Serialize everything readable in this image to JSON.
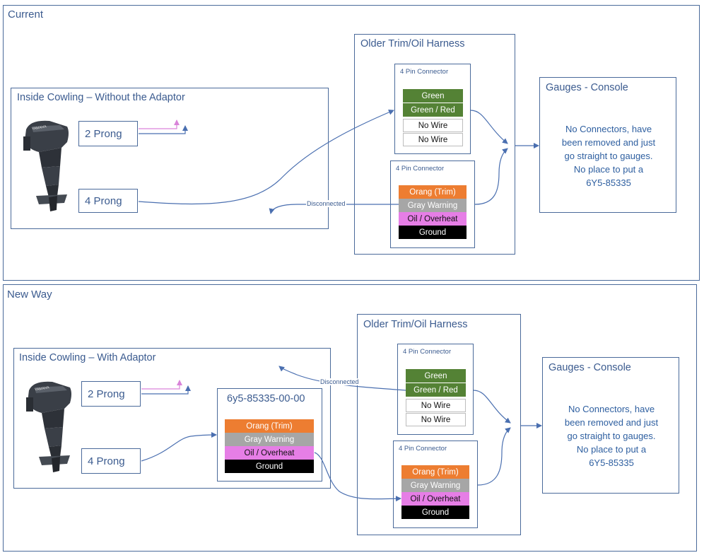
{
  "colors": {
    "border": "#4a6a9a",
    "text": "#3b5b8f",
    "arrow": "#4a6fb0",
    "pink_arrow": "#d984d9",
    "green": "#548235",
    "orange": "#ed7d31",
    "gray": "#a6a6a6",
    "pink": "#e67ee6",
    "black": "#000000"
  },
  "current": {
    "title": "Current",
    "cowling": {
      "title": "Inside Cowling – Without the Adaptor",
      "prong2": "2 Prong",
      "prong4": "4 Prong",
      "engine_brand": "YAMAHA"
    },
    "harness": {
      "title": "Older Trim/Oil Harness",
      "connector1": {
        "title": "4 Pin Connector",
        "wires": [
          "Green",
          "Green / Red",
          "No Wire",
          "No Wire"
        ]
      },
      "connector2": {
        "title": "4 Pin Connector",
        "wires": [
          "Orang (Trim)",
          "Gray Warning",
          "Oil / Overheat",
          "Ground"
        ]
      }
    },
    "disconnected": "Disconnected",
    "gauges": {
      "title": "Gauges - Console",
      "lines": [
        "No Connectors, have",
        "been removed and just",
        "go straight to gauges.",
        "No place to put a",
        "6Y5-85335"
      ]
    }
  },
  "new_way": {
    "title": "New Way",
    "cowling": {
      "title": "Inside Cowling – With Adaptor",
      "prong2": "2 Prong",
      "prong4": "4 Prong",
      "engine_brand": "YAMAHA"
    },
    "adaptor": {
      "title": "6y5-85335-00-00",
      "wires": [
        "Orang (Trim)",
        "Gray Warning",
        "Oil / Overheat",
        "Ground"
      ]
    },
    "harness": {
      "title": "Older Trim/Oil Harness",
      "connector1": {
        "title": "4 Pin Connector",
        "wires": [
          "Green",
          "Green / Red",
          "No Wire",
          "No Wire"
        ]
      },
      "connector2": {
        "title": "4 Pin Connector",
        "wires": [
          "Orang (Trim)",
          "Gray Warning",
          "Oil / Overheat",
          "Ground"
        ]
      }
    },
    "disconnected": "Disconnected",
    "gauges": {
      "title": "Gauges - Console",
      "lines": [
        "No Connectors, have",
        "been removed and just",
        "go straight to gauges.",
        "No place to put a",
        "6Y5-85335"
      ]
    }
  }
}
